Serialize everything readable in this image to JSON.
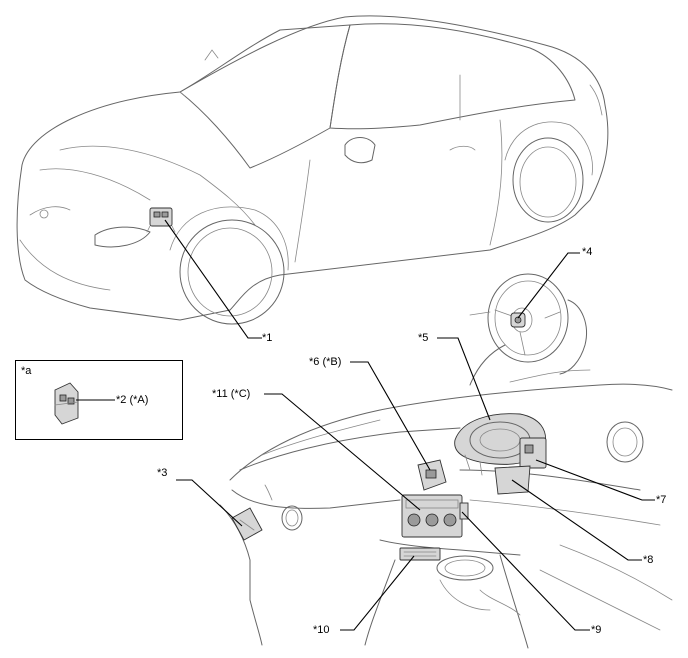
{
  "callouts": {
    "c1": "*1",
    "c2": "*2 (*A)",
    "c3": "*3",
    "c4": "*4",
    "c5": "*5",
    "c6": "*6 (*B)",
    "c7": "*7",
    "c8": "*8",
    "c9": "*9",
    "c10": "*10",
    "c11": "*11 (*C)",
    "inset_label": "*a"
  }
}
